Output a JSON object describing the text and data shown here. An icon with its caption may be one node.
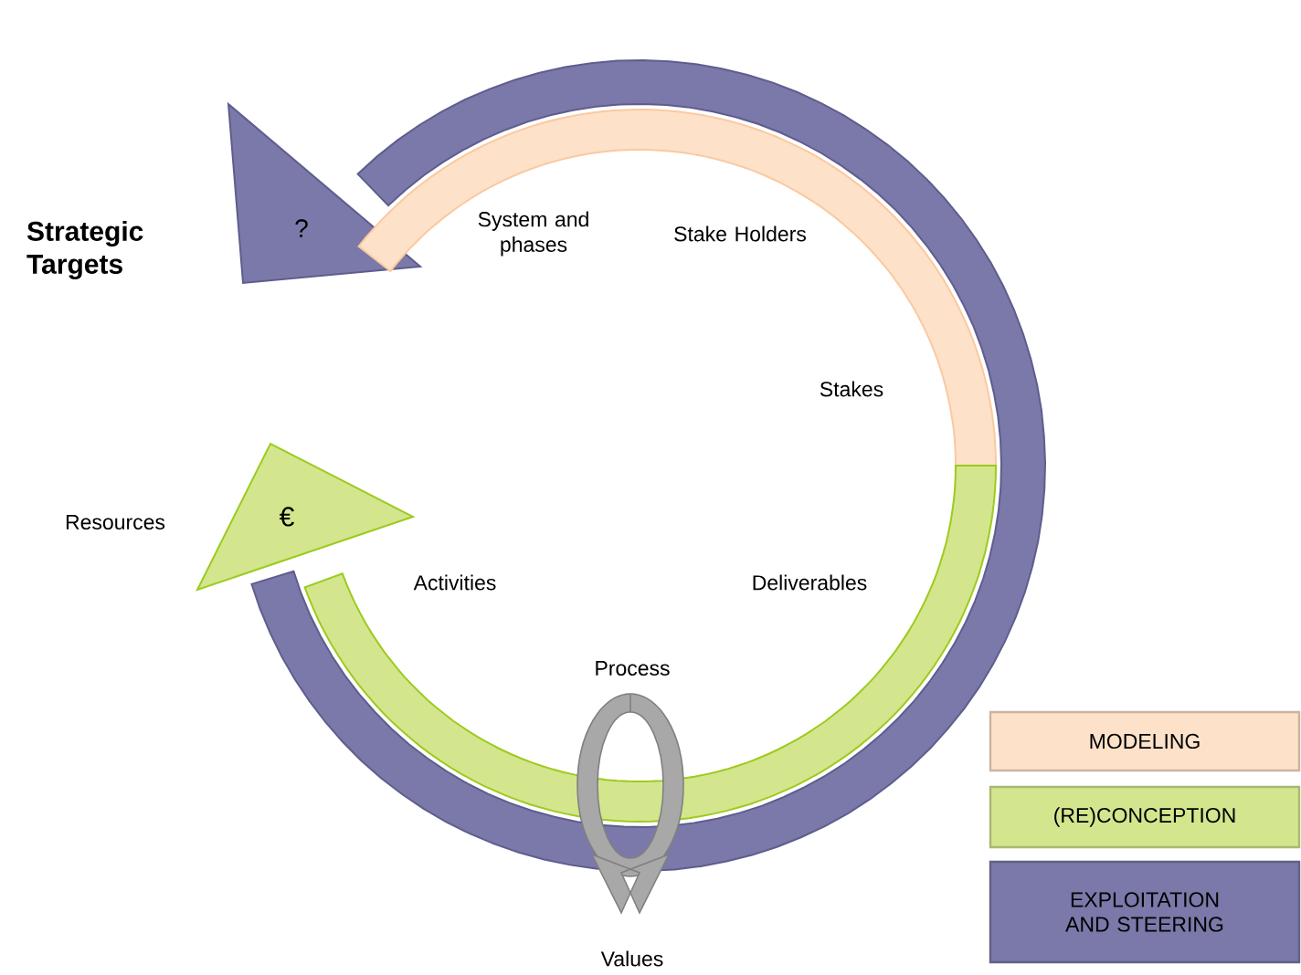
{
  "diagram": {
    "labels": [
      "?",
      "Strategic Targets",
      "System and phases",
      "Stake Holders",
      "Stakes",
      "€",
      "Resources",
      "Activities",
      "Deliverables",
      "Process",
      "Values"
    ],
    "legend": [
      {
        "text": "MODELING",
        "color": "#fde1c9"
      },
      {
        "text": "(RE)CONCEPTION",
        "color": "#d3e68e"
      },
      {
        "text": "EXPLOITATION AND STEERING",
        "color": "#7a79a9"
      }
    ]
  }
}
